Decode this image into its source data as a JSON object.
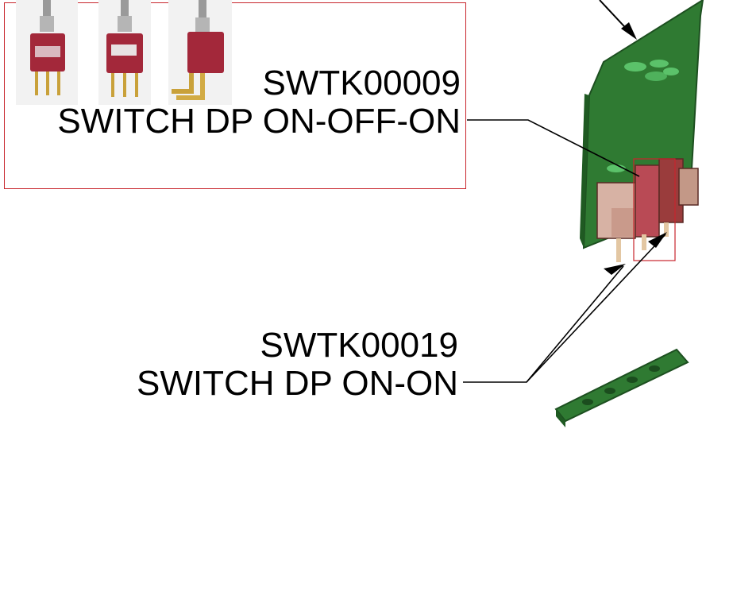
{
  "callouts": [
    {
      "part_number": "SWTK00009",
      "description": "SWITCH DP ON-OFF-ON"
    },
    {
      "part_number": "SWTK00019",
      "description": "SWITCH DP ON-ON"
    }
  ],
  "photos": [
    {
      "name": "straight-toggle-switch"
    },
    {
      "name": "straight-toggle-switch-alt"
    },
    {
      "name": "right-angle-toggle-switch"
    }
  ],
  "colors": {
    "box_outline": "#c8262d",
    "switch_red": "#a3283a",
    "pcb_green": "#2f7a32",
    "leader": "#000000"
  }
}
